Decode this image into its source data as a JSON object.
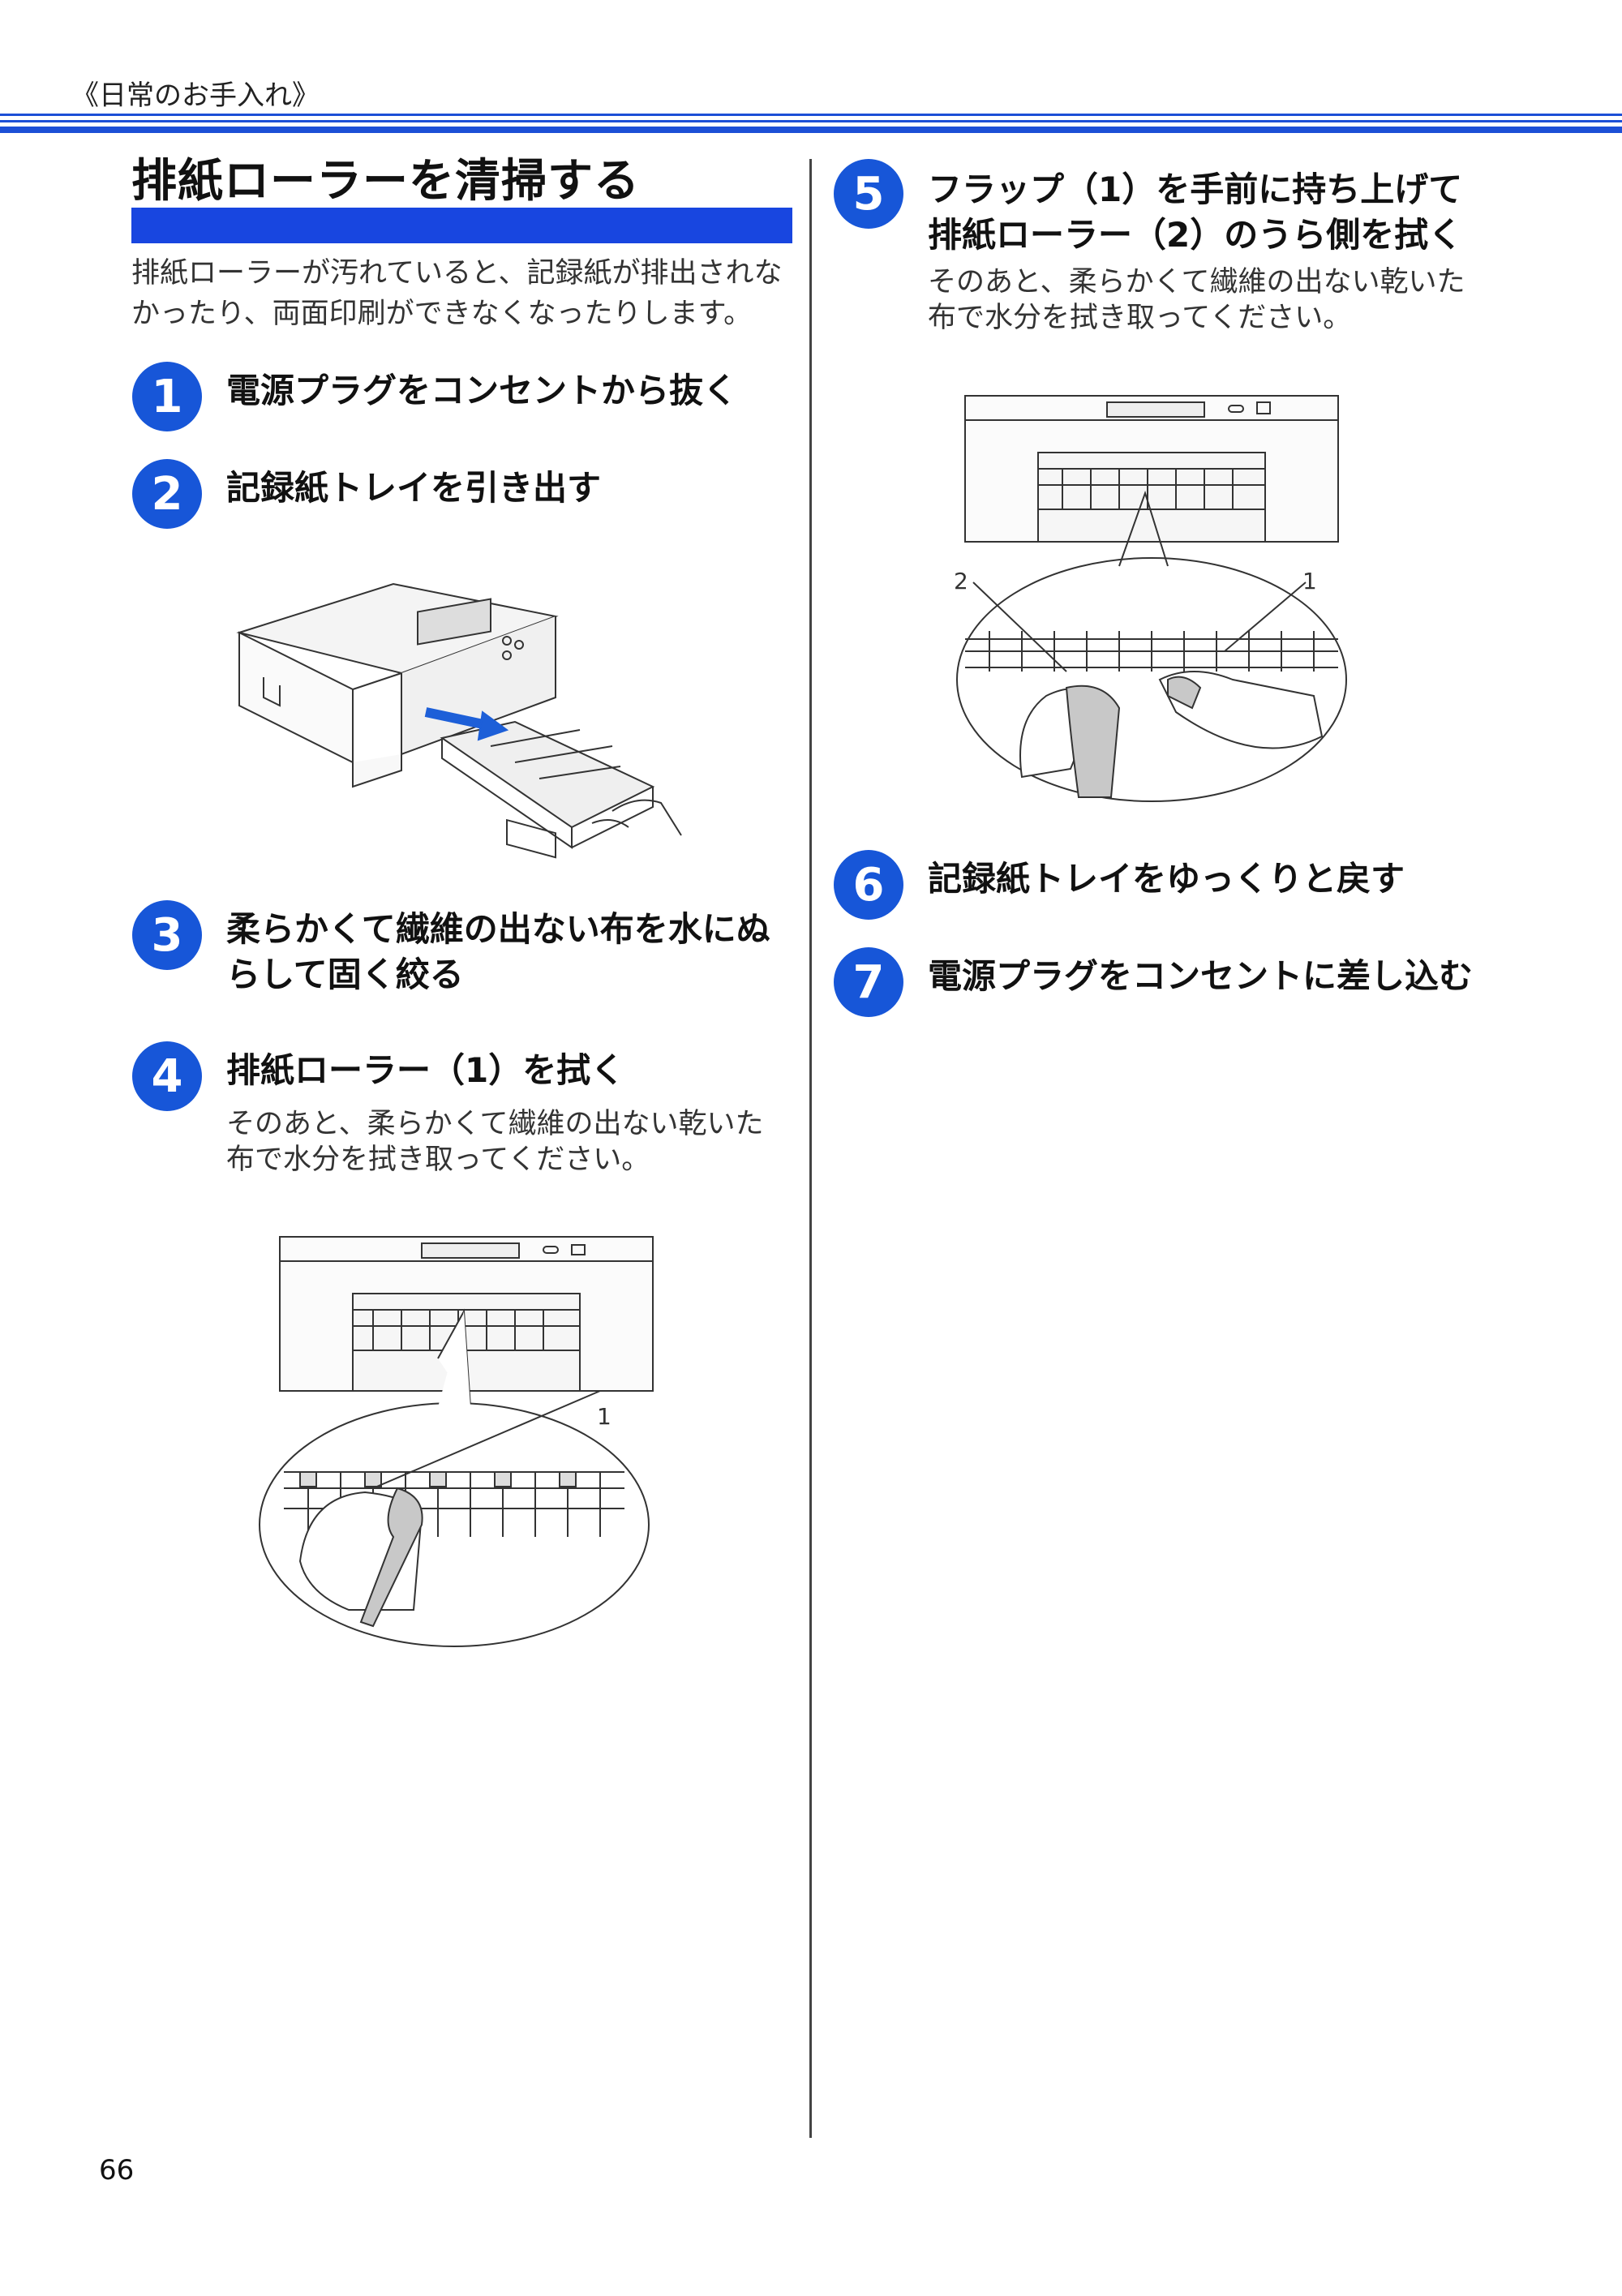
{
  "header": {
    "title": "《日常のお手入れ》"
  },
  "section": {
    "title": "排紙ローラーを清掃する",
    "intro_lines": [
      "排紙ローラーが汚れていると、記録紙が排出されな",
      "かったり、両面印刷ができなくなったりします。"
    ]
  },
  "steps": [
    {
      "number": "1",
      "title_lines": [
        "電源プラグをコンセントから抜く"
      ]
    },
    {
      "number": "2",
      "title_lines": [
        "記録紙トレイを引き出す"
      ]
    },
    {
      "number": "3",
      "title_lines": [
        "柔らかくて繊維の出ない布を水にぬ",
        "らして固く絞る"
      ]
    },
    {
      "number": "4",
      "title_lines": [
        "排紙ローラー（1）を拭く"
      ],
      "desc_lines": [
        "そのあと、柔らかくて繊維の出ない乾いた",
        "布で水分を拭き取ってください。"
      ]
    },
    {
      "number": "5",
      "title_lines": [
        "フラップ（1）を手前に持ち上げて",
        "排紙ローラー（2）のうら側を拭く"
      ],
      "desc_lines": [
        "そのあと、柔らかくて繊維の出ない乾いた",
        "布で水分を拭き取ってください。"
      ]
    },
    {
      "number": "6",
      "title_lines": [
        "記録紙トレイをゆっくりと戻す"
      ]
    },
    {
      "number": "7",
      "title_lines": [
        "電源プラグをコンセントに差し込む"
      ]
    }
  ],
  "figures": {
    "step4_callout": "1",
    "step5_callouts": [
      "2",
      "1"
    ]
  },
  "colors": {
    "accent": "#1756d8",
    "rule": "#1c4fd6"
  },
  "page_number": "66"
}
